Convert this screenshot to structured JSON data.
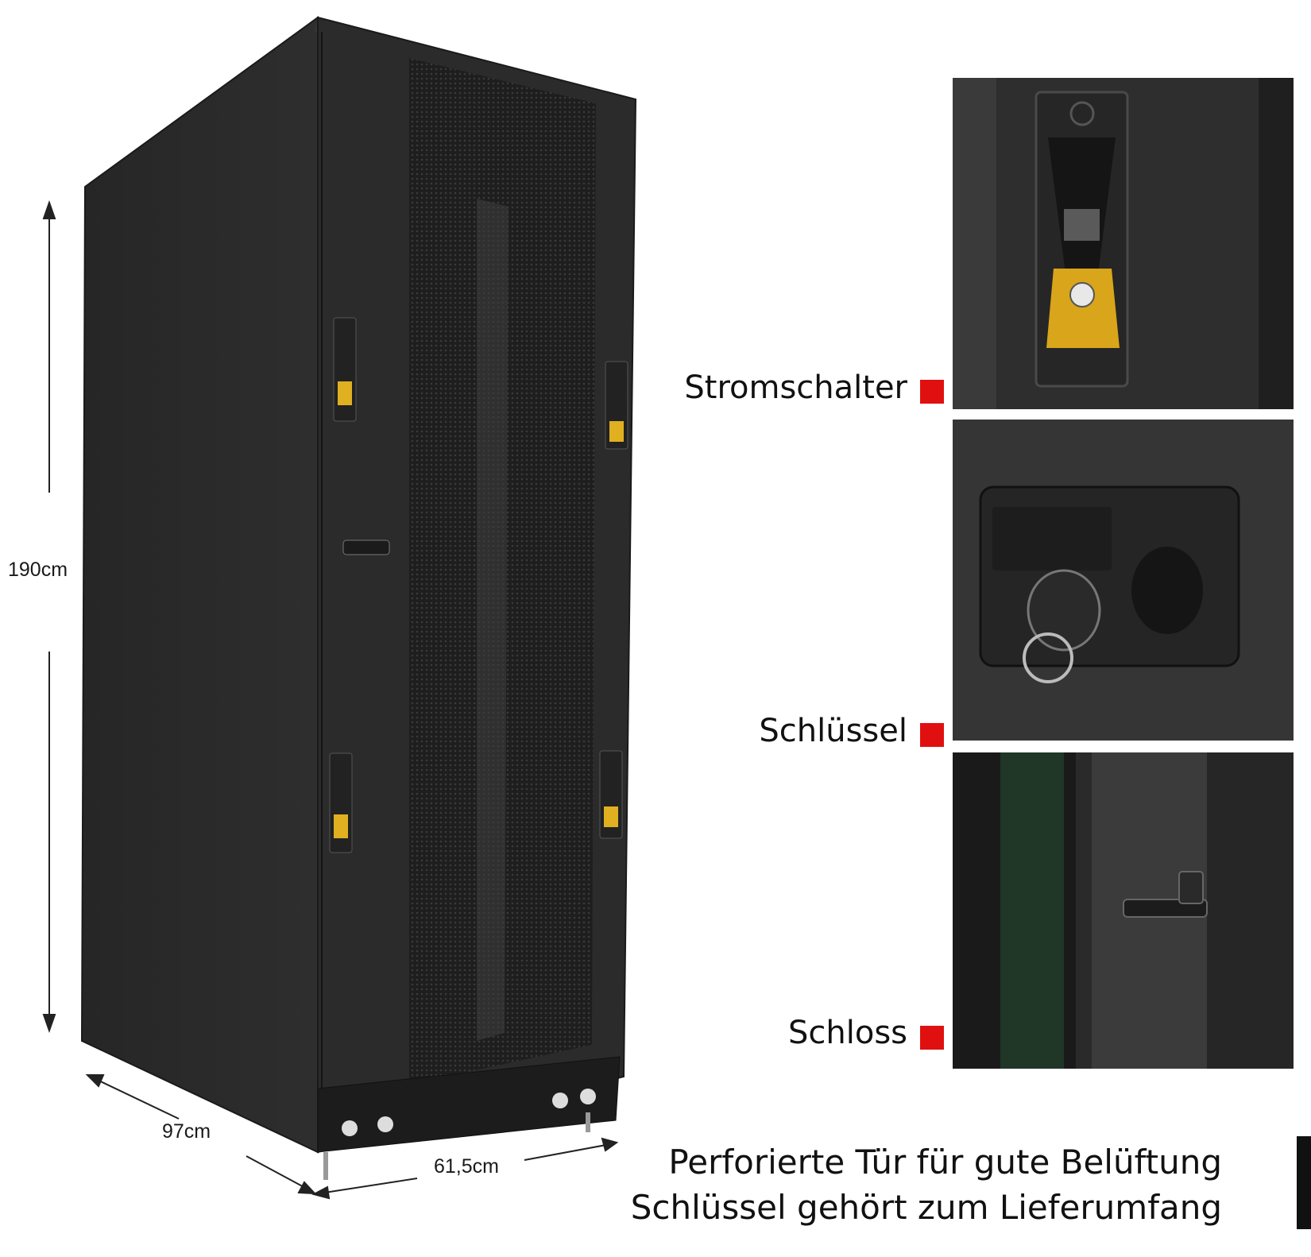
{
  "dimensions": {
    "height": "190cm",
    "depth": "97cm",
    "width": "61,5cm"
  },
  "callouts": [
    {
      "label": "Stromschalter",
      "photo": "power-switch-photo"
    },
    {
      "label": "Schlüssel",
      "photo": "key-lock-photo"
    },
    {
      "label": "Schloss",
      "photo": "door-handle-photo"
    }
  ],
  "caption": {
    "line1": "Perforierte Tür für gute Belüftung",
    "line2": "Schlüssel gehört zum Lieferumfang"
  },
  "colors": {
    "marker": "#e01010",
    "cabinet": "#2a2a2a"
  }
}
